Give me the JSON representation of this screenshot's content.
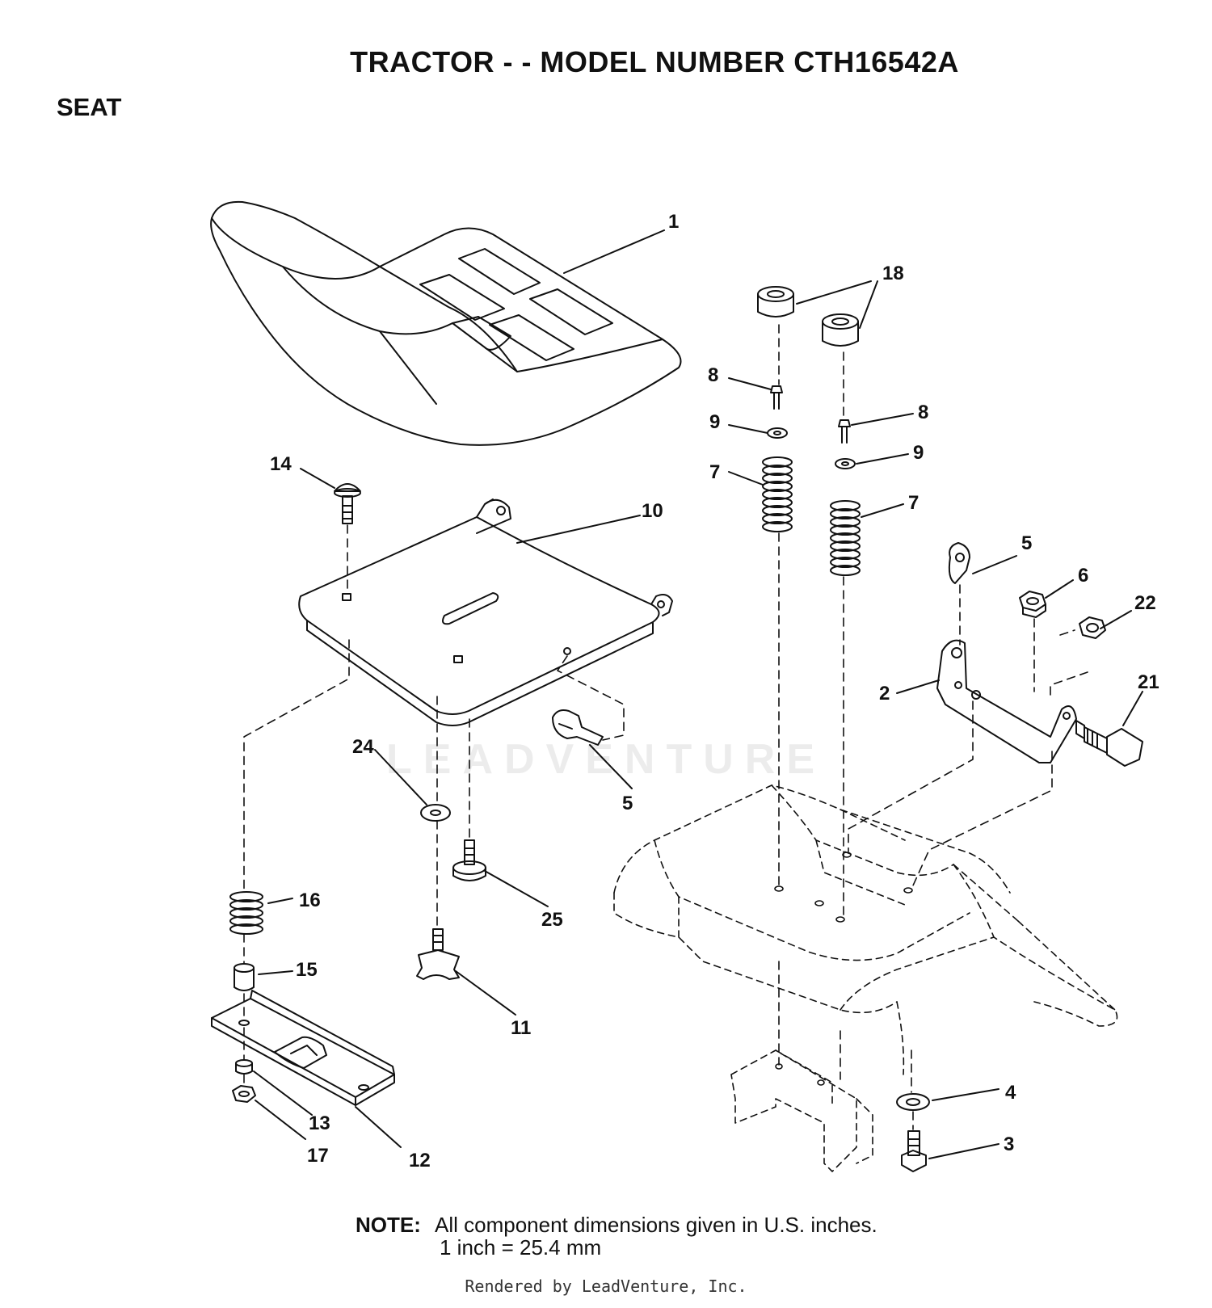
{
  "header": {
    "title": "TRACTOR - - MODEL NUMBER CTH16542A",
    "section": "SEAT"
  },
  "callouts": [
    {
      "id": "c1",
      "label": "1"
    },
    {
      "id": "c18",
      "label": "18"
    },
    {
      "id": "c8a",
      "label": "8"
    },
    {
      "id": "c8b",
      "label": "8"
    },
    {
      "id": "c9a",
      "label": "9"
    },
    {
      "id": "c9b",
      "label": "9"
    },
    {
      "id": "c7a",
      "label": "7"
    },
    {
      "id": "c7b",
      "label": "7"
    },
    {
      "id": "c14",
      "label": "14"
    },
    {
      "id": "c10",
      "label": "10"
    },
    {
      "id": "c5a",
      "label": "5"
    },
    {
      "id": "c5b",
      "label": "5"
    },
    {
      "id": "c6",
      "label": "6"
    },
    {
      "id": "c22",
      "label": "22"
    },
    {
      "id": "c2",
      "label": "2"
    },
    {
      "id": "c21",
      "label": "21"
    },
    {
      "id": "c24",
      "label": "24"
    },
    {
      "id": "c16",
      "label": "16"
    },
    {
      "id": "c25",
      "label": "25"
    },
    {
      "id": "c15",
      "label": "15"
    },
    {
      "id": "c11",
      "label": "11"
    },
    {
      "id": "c13",
      "label": "13"
    },
    {
      "id": "c17",
      "label": "17"
    },
    {
      "id": "c12",
      "label": "12"
    },
    {
      "id": "c4",
      "label": "4"
    },
    {
      "id": "c3",
      "label": "3"
    }
  ],
  "note": {
    "label": "NOTE:",
    "line1": "All component  dimensions given in U.S. inches.",
    "line2": "1 inch = 25.4 mm"
  },
  "footer": "Rendered by LeadVenture, Inc.",
  "watermark": "LEADVENTURE"
}
